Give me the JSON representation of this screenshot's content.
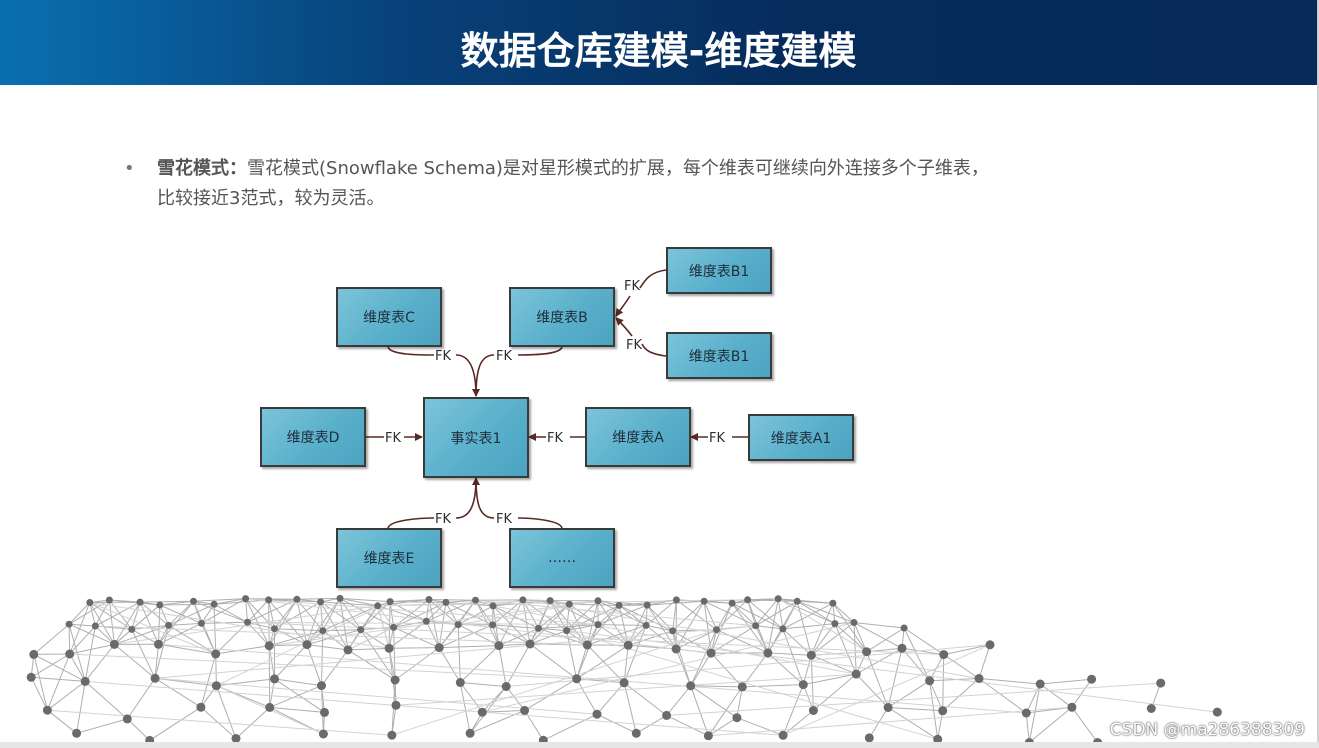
{
  "title": "数据仓库建模-维度建模",
  "bullet": {
    "marker": "•",
    "term": "雪花模式：",
    "text_line1": "雪花模式(Snowflake Schema)是对星形模式的扩展，每个维表可继续向外连接多个子维表，",
    "text_line2": "比较接近3范式，较为灵活。"
  },
  "diagram": {
    "nodes": {
      "fact": "事实表1",
      "dim_a": "维度表A",
      "dim_a1": "维度表A1",
      "dim_b": "维度表B",
      "dim_b1_top": "维度表B1",
      "dim_b1_bottom": "维度表B1",
      "dim_c": "维度表C",
      "dim_d": "维度表D",
      "dim_e": "维度表E",
      "more": "……"
    },
    "fk_label": "FK"
  },
  "watermark": "CSDN @ma286388309",
  "colors": {
    "header_start": "#0a6fb0",
    "header_end": "#072a58",
    "node_fill": "#5ab0cb",
    "arrow": "#5a2a22",
    "network": "#6a6a6a"
  }
}
